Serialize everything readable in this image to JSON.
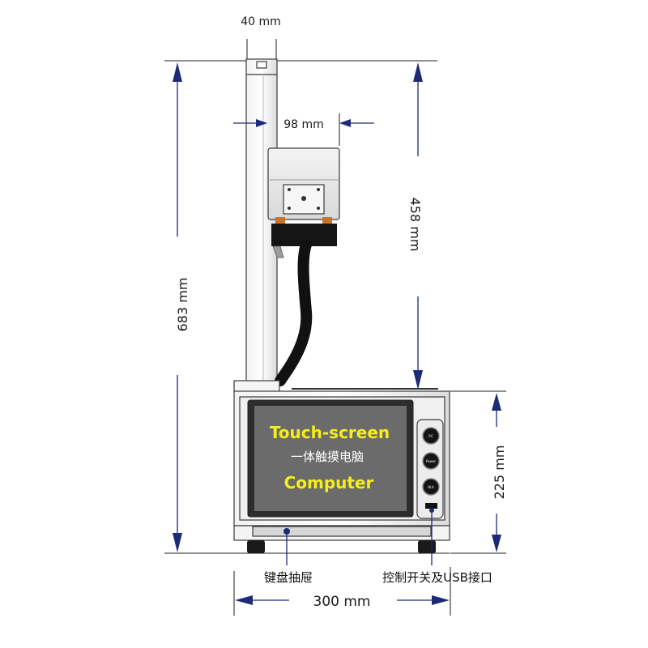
{
  "dimensions": {
    "column_width": "40 mm",
    "head_width": "98 mm",
    "head_height": "458 mm",
    "total_height": "683 mm",
    "cabinet_height": "225 mm",
    "cabinet_width": "300 mm"
  },
  "screen": {
    "line1": "Touch-screen",
    "line2": "一体触摸电脑",
    "line3": "Computer"
  },
  "buttons": [
    {
      "label": "P.C"
    },
    {
      "label": "Power"
    },
    {
      "label": "W.A"
    }
  ],
  "callouts": {
    "drawer": "键盘抽屉",
    "control": "控制开关及USB接口"
  },
  "colors": {
    "dimension_arrow": "#1c2a78",
    "screen_background": "#6b6b6b",
    "screen_heading": "#f6ee1a"
  }
}
